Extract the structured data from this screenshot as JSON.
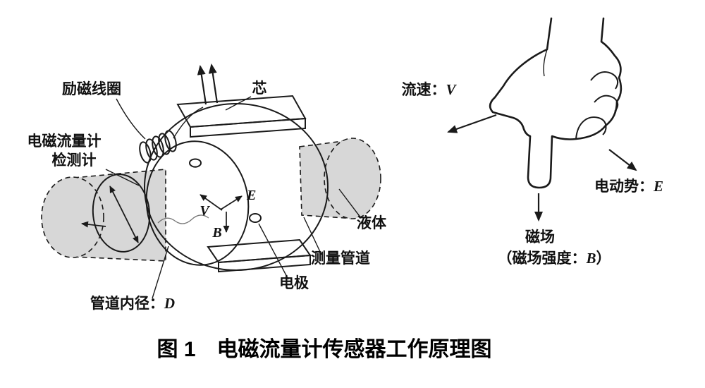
{
  "figure": {
    "caption": "图 1　电磁流量计传感器工作原理图"
  },
  "colors": {
    "pipe_fill": "#d7d7d7",
    "body_fill": "#efefef",
    "opening_fill": "#e3e3e3",
    "mouth_fill": "#e9e9e9",
    "plate_fill": "#ffffff",
    "line": "#1a1a1a"
  },
  "left_diagram": {
    "labels": {
      "excitation_coil": "励磁线圈",
      "core": "芯",
      "detector_line1": "电磁流量计",
      "detector_line2": "检测计",
      "velocity_symbol": "V",
      "emf_symbol": "E",
      "field_symbol": "B",
      "liquid": "液体",
      "measuring_pipe": "测量管道",
      "electrode": "电极",
      "inner_diameter_prefix": "管道内径：",
      "inner_diameter_symbol": "D"
    }
  },
  "right_diagram": {
    "labels": {
      "flow_velocity_prefix": "流速：",
      "flow_velocity_symbol": "V",
      "emf_prefix": "电动势：",
      "emf_symbol": "E",
      "magnetic_field_line1": "磁场",
      "magnetic_field_paren_open": "（磁场强度：",
      "magnetic_field_symbol": "B",
      "magnetic_field_paren_close": "）"
    }
  }
}
